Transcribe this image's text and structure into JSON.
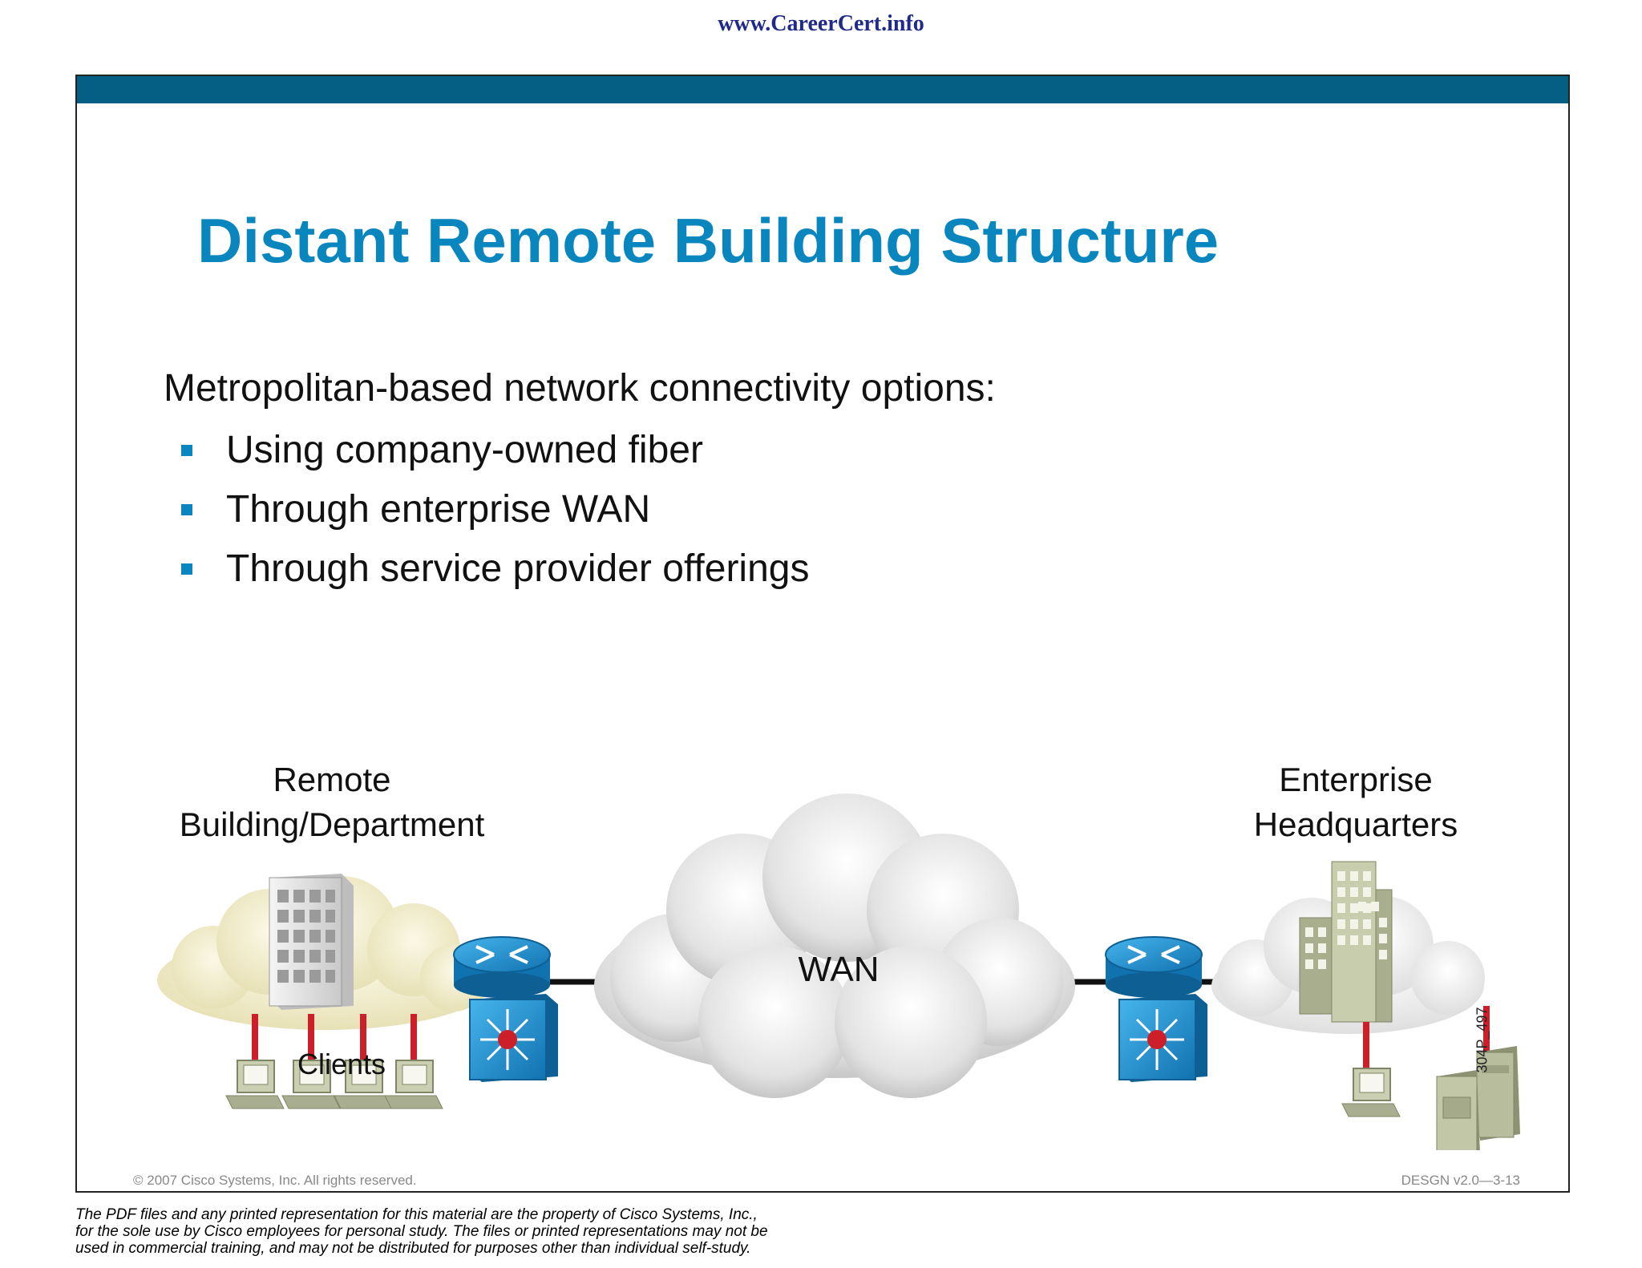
{
  "site_link": "www.CareerCert.info",
  "slide": {
    "title": "Distant Remote Building Structure",
    "intro": "Metropolitan-based network connectivity options:",
    "bullets": [
      "Using company-owned fiber",
      "Through enterprise WAN",
      "Through service provider offerings"
    ],
    "copyright": "© 2007 Cisco Systems, Inc. All rights reserved.",
    "slide_id": "DESGN v2.0—3-13"
  },
  "diagram": {
    "remote_label_line1": "Remote",
    "remote_label_line2": "Building/Department",
    "hq_label_line1": "Enterprise",
    "hq_label_line2": "Headquarters",
    "wan_label": "WAN",
    "clients_label": "Clients",
    "figure_code": "304P_497"
  },
  "disclaimer": [
    "The PDF files and any printed representation for this material are the property of Cisco Systems, Inc.,",
    "for the sole use by Cisco employees for personal study. The files or printed representations may not be",
    "used in commercial training, and may not be distributed for purposes other than individual self-study."
  ],
  "colors": {
    "top_bar": "#055f84",
    "title": "#0a86bf",
    "bullet": "#0a86bf",
    "site_link": "#1f2a8a",
    "device_blue": "#1d8fd0",
    "link_red": "#cc1f2a",
    "remote_cloud": "#f1ecc9"
  }
}
